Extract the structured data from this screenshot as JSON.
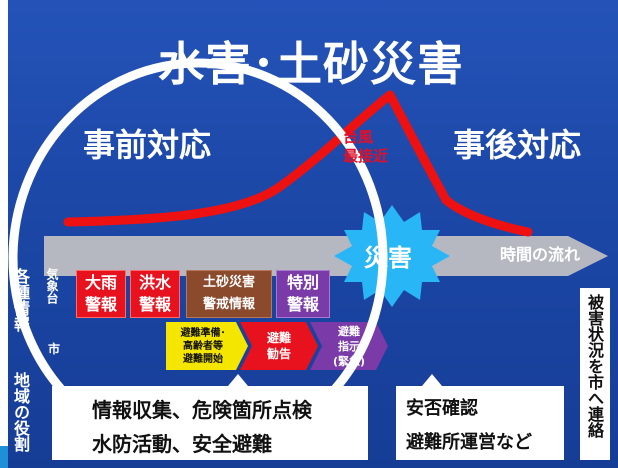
{
  "title": "水害･土砂災害",
  "before_label": "事前対応",
  "after_label": "事後対応",
  "typhoon_label": "台風\n最接近",
  "burst_label": "災害",
  "time_label": "時間の流れ",
  "side_label_roles": "各種情報",
  "side_label_region": "地域の役割",
  "kishodai_label": "気象台",
  "city_label": "市",
  "warnings": {
    "heavy_rain": "大雨\n警報",
    "flood": "洪水\n警報",
    "landslide": "土砂災害\n警戒情報",
    "special": "特別\n警報"
  },
  "city_actions": {
    "prep": "避難準備･\n高齢者等\n避難開始",
    "advisory": "避難\n勧告",
    "order": "避難\n指示\n(緊急)"
  },
  "bottom_left": {
    "line1": "情報収集、危険箇所点検",
    "line2": "水防活動、安全避難"
  },
  "bottom_mid": {
    "line1": "安否確認",
    "line2": "避難所運営など"
  },
  "bottom_right": "被害状況を市へ連絡",
  "colors": {
    "background": "#1c48a8",
    "curve": "#ee1111",
    "timeline": "#b5b8c0",
    "burst": "#29b6f6",
    "warning_red": "#e8121e",
    "warning_brown": "#8c4a2c",
    "warning_purple": "#7a3aa8",
    "prep_yellow": "#f5e600"
  }
}
